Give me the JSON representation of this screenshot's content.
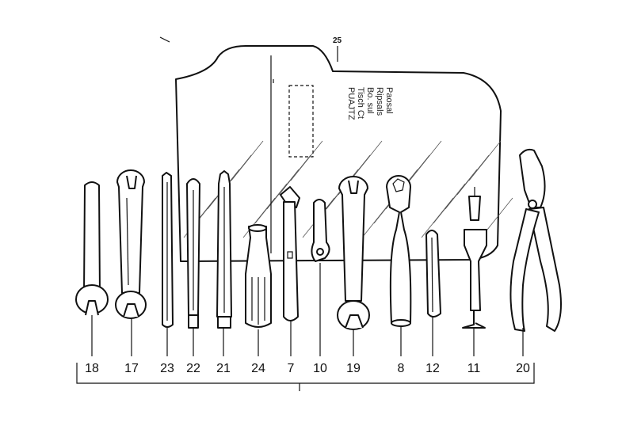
{
  "pouch": {
    "label": "25",
    "printed_text": [
      "PUAJTZ",
      "Tisch Ct",
      "Bo. sul",
      "Ripsals",
      "Paosal"
    ]
  },
  "tools": [
    {
      "id": "18"
    },
    {
      "id": "17"
    },
    {
      "id": "23"
    },
    {
      "id": "22"
    },
    {
      "id": "21"
    },
    {
      "id": "24"
    },
    {
      "id": "7"
    },
    {
      "id": "10"
    },
    {
      "id": "19"
    },
    {
      "id": "8"
    },
    {
      "id": "12"
    },
    {
      "id": "11"
    },
    {
      "id": "20"
    }
  ]
}
